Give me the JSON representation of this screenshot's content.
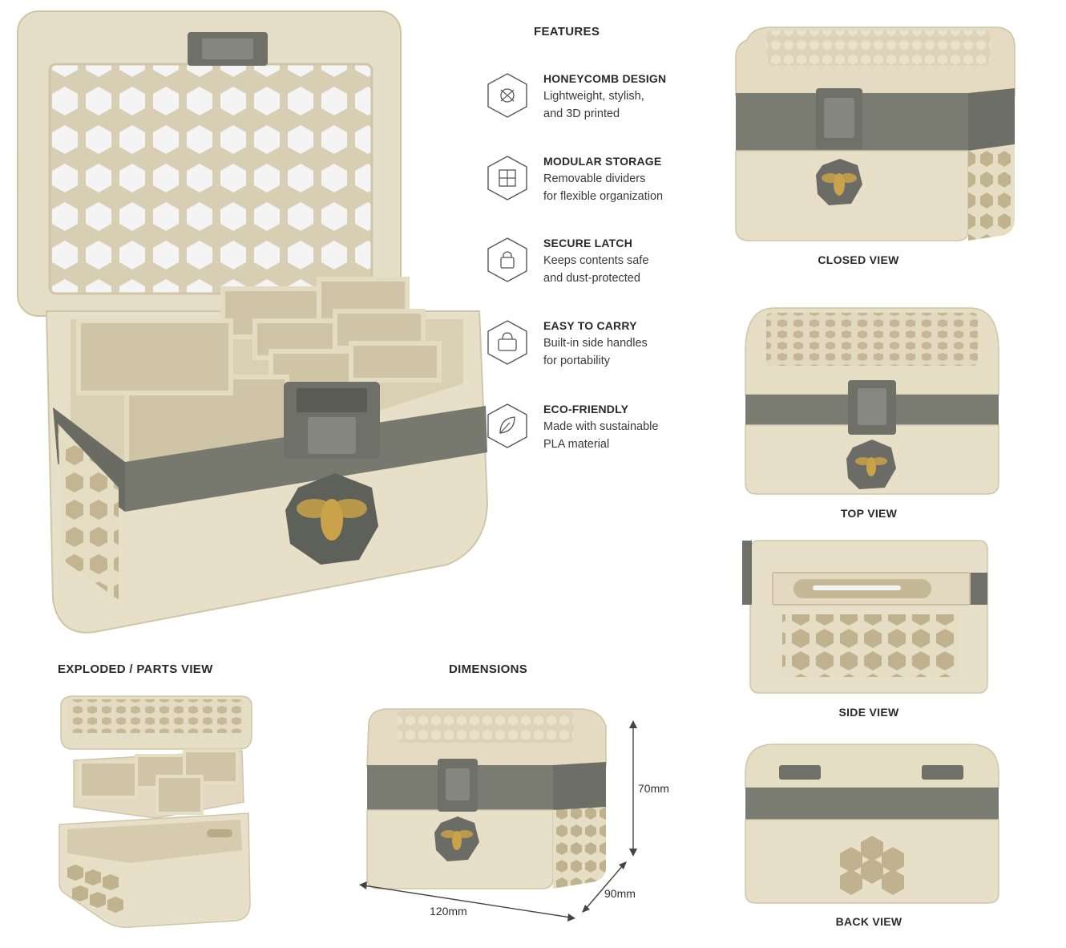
{
  "headings": {
    "features": "FEATURES",
    "exploded": "EXPLODED / PARTS VIEW",
    "dimensions": "DIMENSIONS"
  },
  "features": [
    {
      "title": "HONEYCOMB DESIGN",
      "line1": "Lightweight, stylish,",
      "line2": "and 3D printed",
      "icon": "honeycomb-icon"
    },
    {
      "title": "MODULAR STORAGE",
      "line1": "Removable dividers",
      "line2": "for flexible organization",
      "icon": "storage-icon"
    },
    {
      "title": "SECURE LATCH",
      "line1": "Keeps contents safe",
      "line2": "and dust-protected",
      "icon": "latch-icon"
    },
    {
      "title": "EASY TO CARRY",
      "line1": "Built-in side handles",
      "line2": "for portability",
      "icon": "handle-icon"
    },
    {
      "title": "ECO-FRIENDLY",
      "line1": "Made with sustainable",
      "line2": "PLA material",
      "icon": "leaf-icon"
    }
  ],
  "views": {
    "closed": "CLOSED VIEW",
    "top": "TOP VIEW",
    "side": "SIDE VIEW",
    "back": "BACK VIEW"
  },
  "dimensions": {
    "height": "70mm",
    "depth": "90mm",
    "width": "120mm"
  },
  "colors": {
    "body": "#e8dfc8",
    "body_shadow": "#d3c8ac",
    "band": "#77796f",
    "latch": "#6f7169",
    "bee_gold": "#c9a24a"
  }
}
